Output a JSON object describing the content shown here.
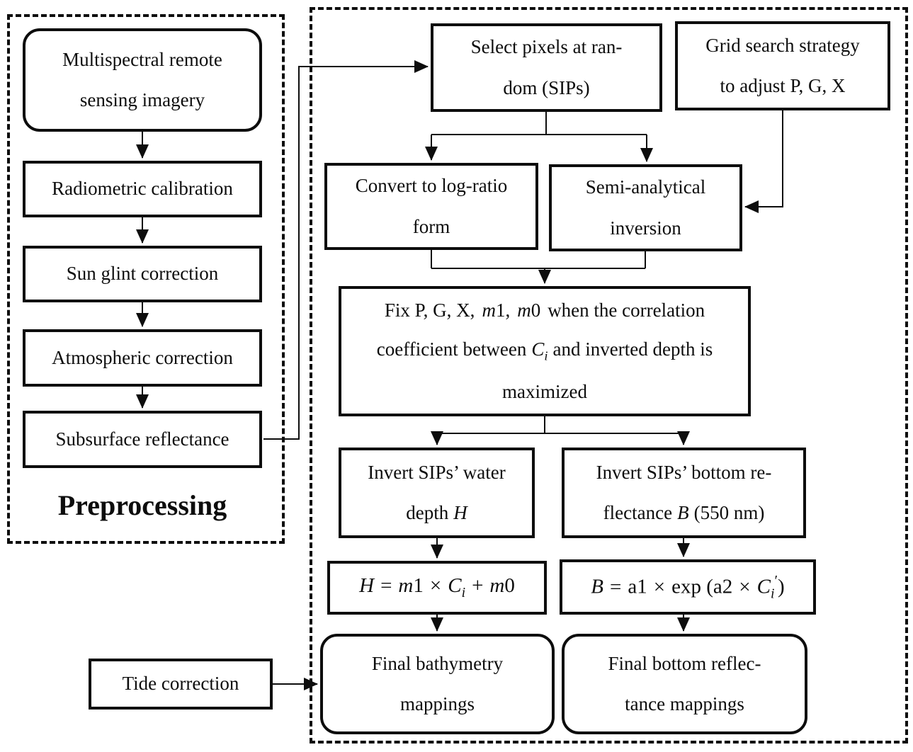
{
  "preprocessing": {
    "label": "Preprocessing",
    "multispectral_line1": "Multispectral remote",
    "multispectral_line2": "sensing imagery",
    "radiometric": "Radiometric calibration",
    "sun_glint": "Sun glint correction",
    "atmospheric": "Atmospheric correction",
    "subsurface": "Subsurface reflectance"
  },
  "tide_correction": "Tide correction",
  "pipeline": {
    "select_pixels_line1": "Select pixels at ran-",
    "select_pixels_line2": "dom (SIPs)",
    "grid_search_line1": "Grid search strategy",
    "grid_search_line2": "to adjust P, G, X",
    "convert_line1": "Convert to log-ratio",
    "convert_line2": "form",
    "semi_line1": "Semi-analytical",
    "semi_line2": "inversion",
    "fix": {
      "l1_pre": "Fix P, G, X,",
      "m1_var": "m",
      "m1_tail": "1,",
      "m0_var": "m",
      "m0_tail": "0",
      "l1_post": "when the correlation",
      "l2_pre": "coefficient between",
      "c_var": "C",
      "c_sub": "i",
      "l2_post": "and inverted depth is",
      "l3": "maximized"
    },
    "invert_depth": {
      "line1": "Invert SIPs’ water",
      "line2_pre": "depth",
      "line2_var": "H"
    },
    "invert_bottom": {
      "line1": "Invert SIPs’ bottom re-",
      "line2_pre": "flectance",
      "line2_var": "B",
      "line2_post": "(550 nm)"
    },
    "formula_h": {
      "h": "H",
      "eq": "=",
      "m1_var": "m",
      "m1_num": "1",
      "times": "×",
      "c_var": "C",
      "c_sub": "i",
      "plus": "+",
      "m0_var": "m",
      "m0_num": "0"
    },
    "formula_b": {
      "b": "B",
      "eq": "=",
      "a1": "a1",
      "times1": "×",
      "exp_open": "exp (",
      "a2": "a2",
      "times2": "×",
      "c_var": "C",
      "c_sub": "i",
      "prime": "′",
      "close": ")"
    },
    "final_bathymetry_line1": "Final bathymetry",
    "final_bathymetry_line2": "mappings",
    "final_bottom_line1": "Final bottom reflec-",
    "final_bottom_line2": "tance mappings"
  }
}
